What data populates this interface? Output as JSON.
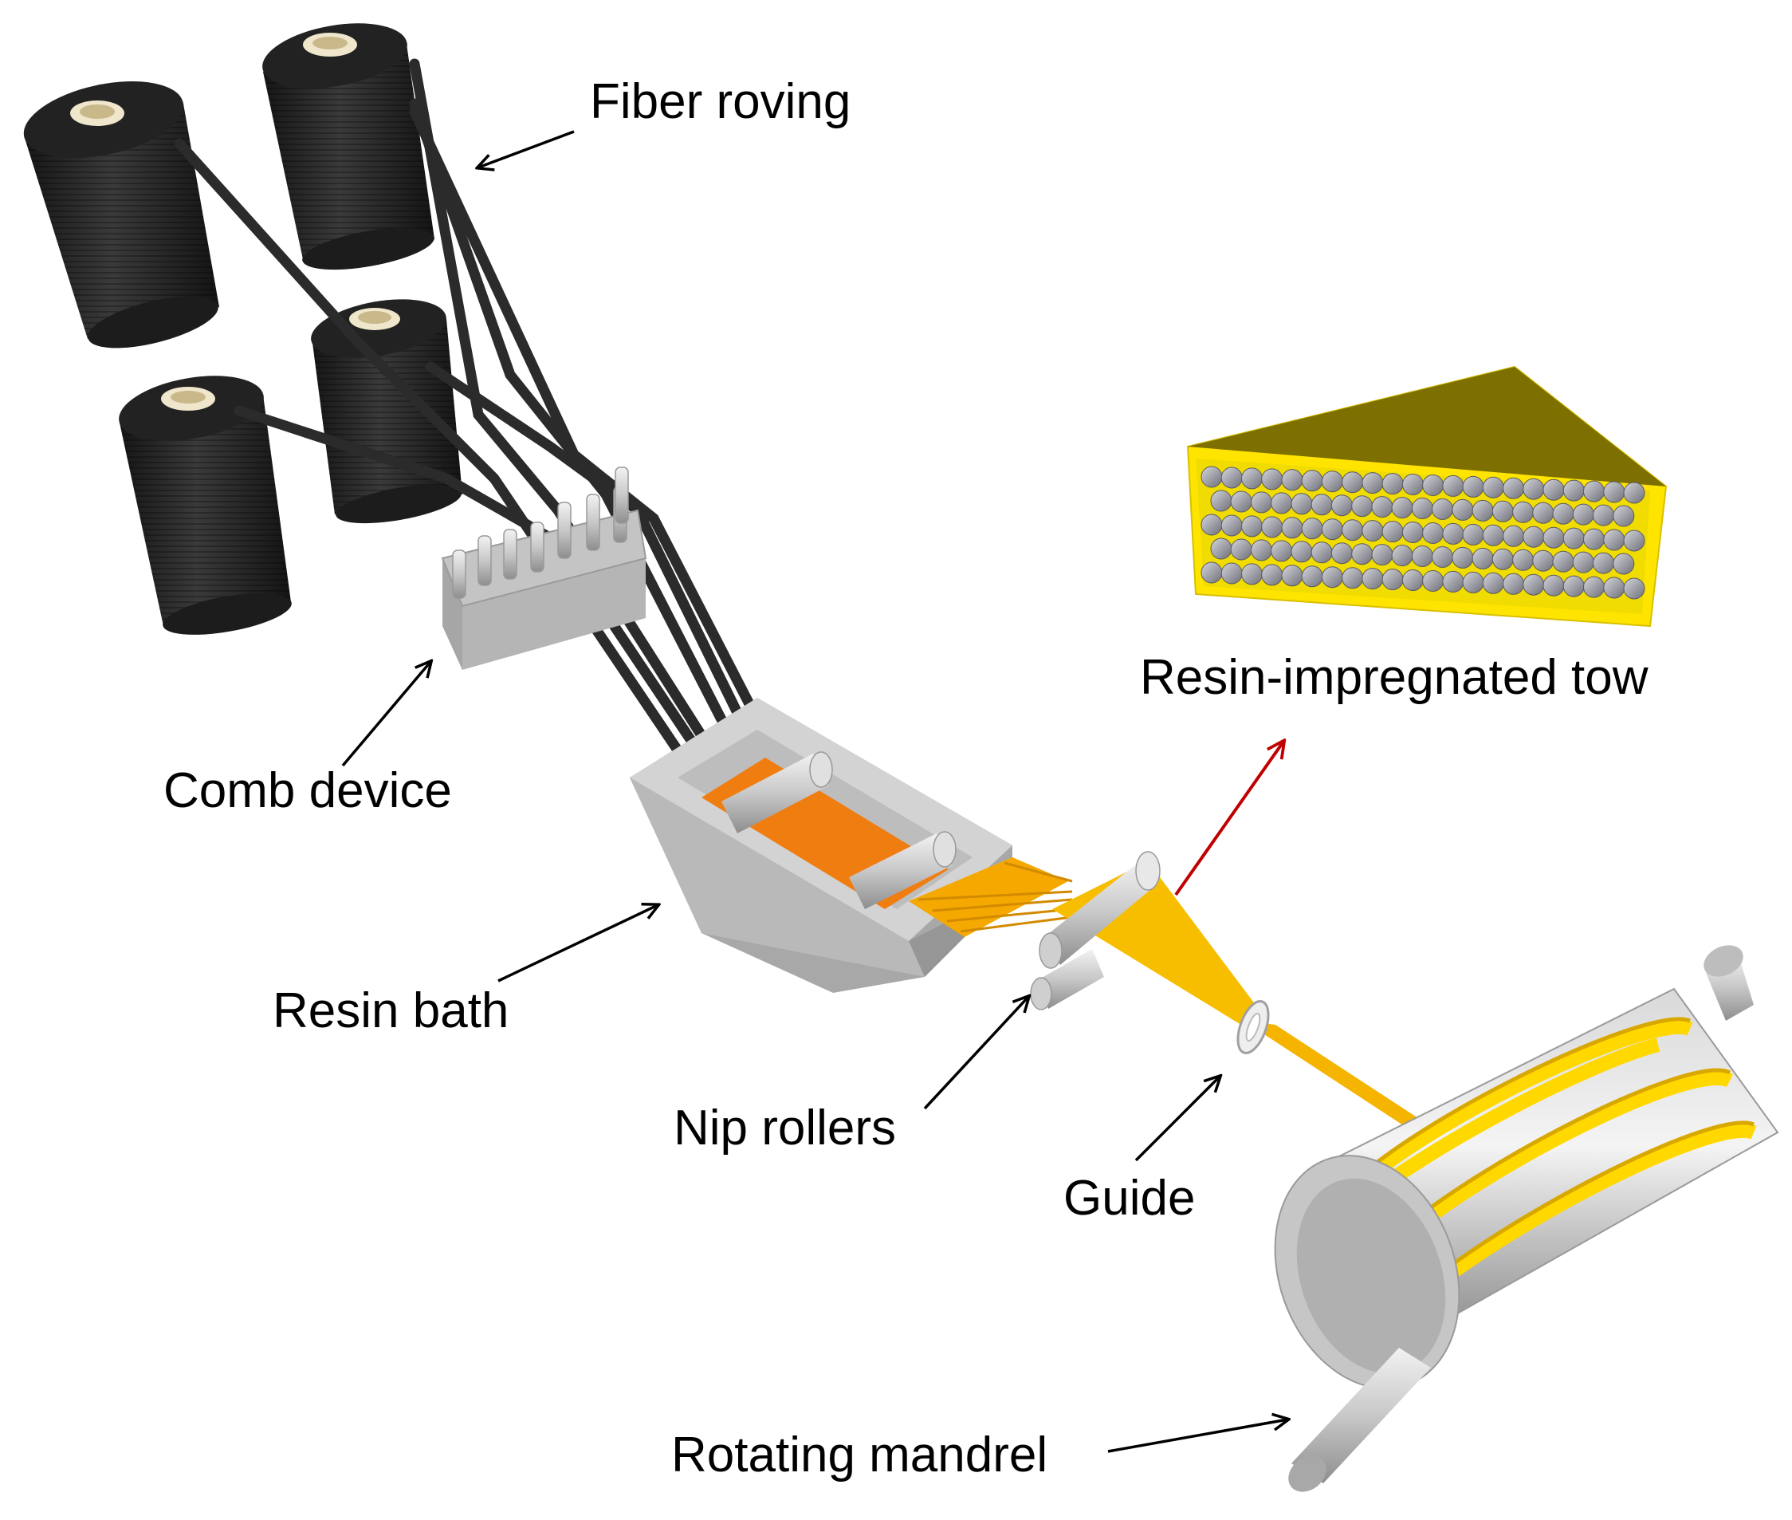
{
  "labels": {
    "fiber_roving": "Fiber roving",
    "comb_device": "Comb device",
    "resin_bath": "Resin bath",
    "nip_rollers": "Nip rollers",
    "guide": "Guide",
    "rotating_mandrel": "Rotating mandrel",
    "resin_impregnated_tow": "Resin-impregnated tow"
  },
  "colors": {
    "spool": "#262626",
    "spool_core": "#e6dcc0",
    "metal": "#bdbdbd",
    "metal_dark": "#9a9a9a",
    "resin": "#f07d10",
    "tow": "#f5b400",
    "tow_bright": "#ffd800",
    "callout_arrow": "#000000",
    "highlight_arrow": "#c00000",
    "fiber": "#8c8c96"
  }
}
